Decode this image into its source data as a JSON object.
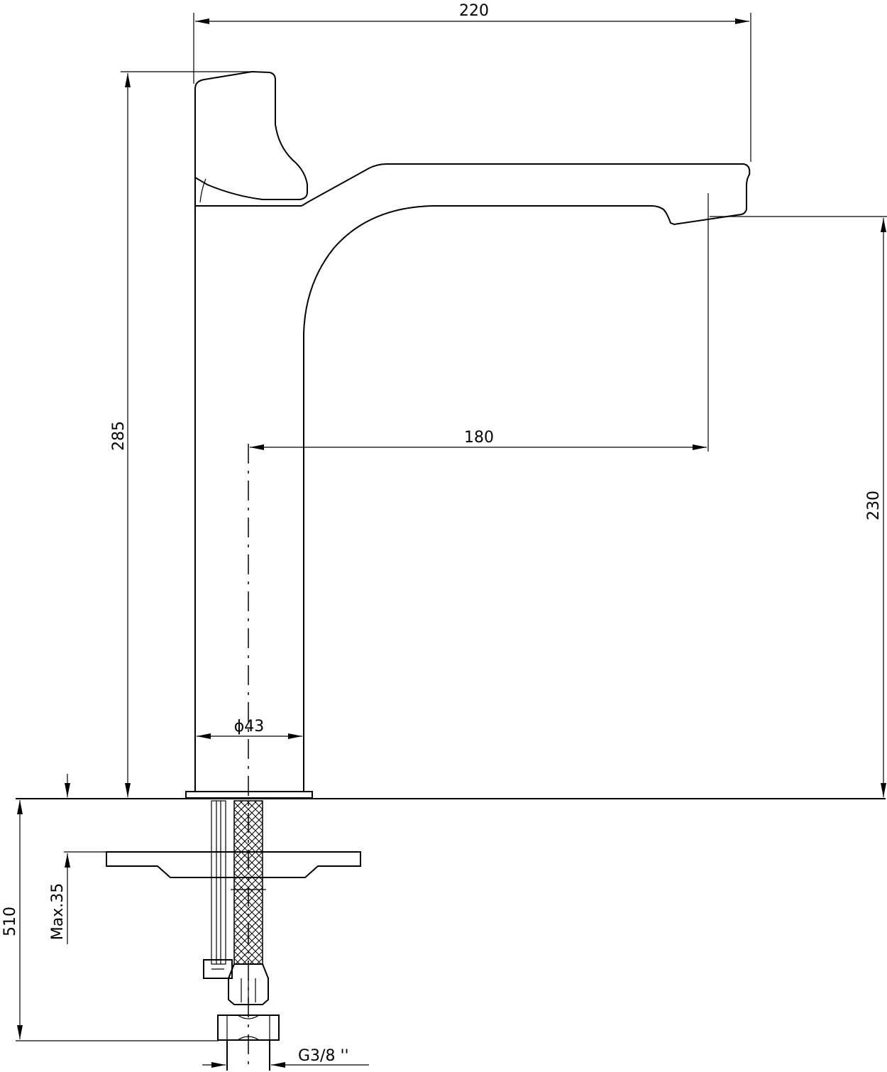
{
  "drawing": {
    "dimensions": {
      "overall_width": "220",
      "overall_height": "285",
      "spout_reach": "180",
      "spout_height": "230",
      "body_diameter": "ϕ43",
      "max_thickness": "Max.35",
      "hose_length": "510",
      "thread": "G3/8 ''"
    }
  }
}
